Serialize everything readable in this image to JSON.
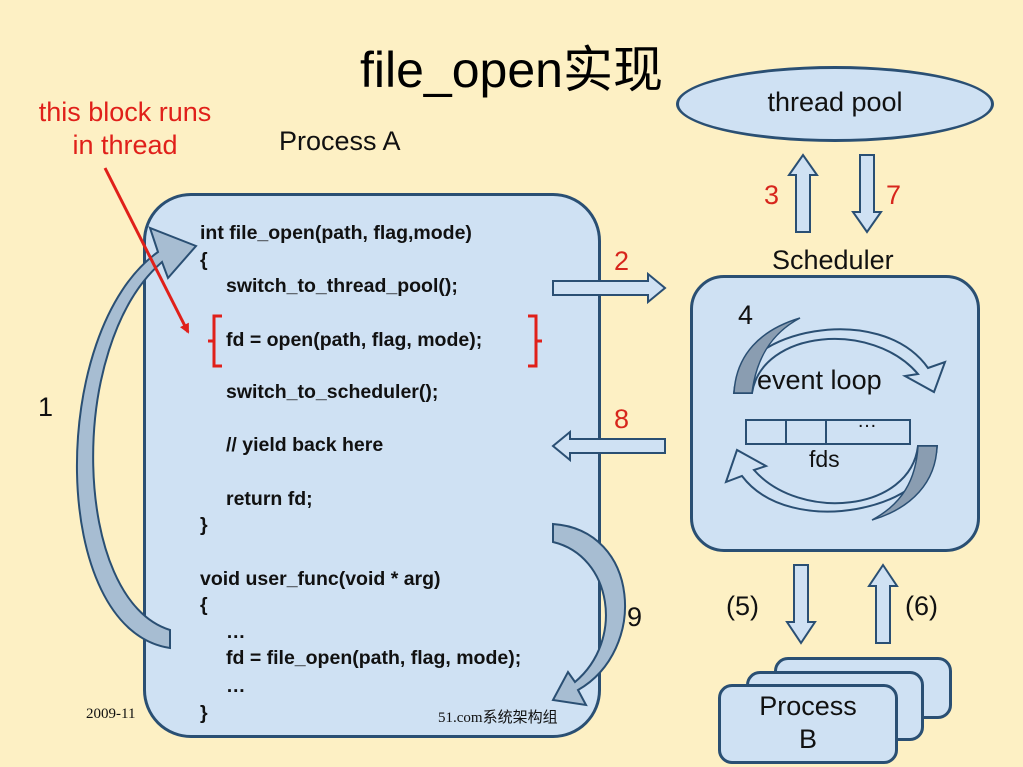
{
  "title": "file_open实现",
  "annotation": {
    "line1": "this block runs",
    "line2": "in thread"
  },
  "process_a": {
    "label": "Process A",
    "code": [
      "int file_open(path, flag,mode)",
      "{",
      "switch_to_thread_pool();",
      "fd = open(path, flag, mode);",
      "switch_to_scheduler();",
      "// yield back here",
      "return fd;",
      "}",
      "void user_func(void * arg)",
      "{",
      "…",
      "fd = file_open(path, flag, mode);",
      "…",
      "}"
    ]
  },
  "thread_pool": {
    "label": "thread pool"
  },
  "scheduler": {
    "label": "Scheduler",
    "loop_label": "event loop",
    "loop_step": "4",
    "fds_label": "fds",
    "fds_ellipsis": "…"
  },
  "process_b": {
    "line1": "Process",
    "line2": "B"
  },
  "steps": {
    "s1": "1",
    "s2": "2",
    "s3": "3",
    "s5": "(5)",
    "s6": "(6)",
    "s7": "7",
    "s8": "8",
    "s9": "9"
  },
  "footer": {
    "date": "2009-11",
    "source": "51.com系统架构组"
  },
  "colors": {
    "background": "#fdf0c4",
    "box_fill": "#cfe1f3",
    "box_border": "#2a4f73",
    "highlight": "#e0201a"
  }
}
